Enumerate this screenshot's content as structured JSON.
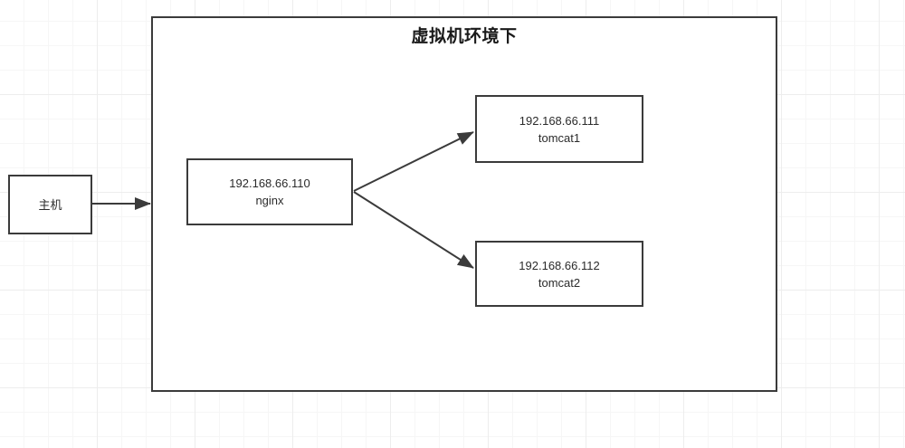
{
  "diagram": {
    "title": "虚拟机环境下",
    "container_label": "虚拟机环境下",
    "nodes": {
      "host": {
        "line1": "主机",
        "line2": ""
      },
      "nginx": {
        "line1": "192.168.66.110",
        "line2": "nginx"
      },
      "tomcat1": {
        "line1": "192.168.66.111",
        "line2": "tomcat1"
      },
      "tomcat2": {
        "line1": "192.168.66.112",
        "line2": "tomcat2"
      }
    },
    "edges": [
      {
        "name": "host-to-vm",
        "from": "host",
        "to": "vm-container",
        "label": ""
      },
      {
        "name": "nginx-to-tomcat1",
        "from": "nginx",
        "to": "tomcat1",
        "label": ""
      },
      {
        "name": "nginx-to-tomcat2",
        "from": "nginx",
        "to": "tomcat2",
        "label": ""
      }
    ],
    "colors": {
      "box_border": "#3b3b3b",
      "arrow": "#3b3b3b",
      "text": "#2b2b2b",
      "title_text": "#1a1a1a",
      "grid_minor": "#f6f6f6",
      "grid_major": "#ededed",
      "background": "#ffffff"
    }
  }
}
